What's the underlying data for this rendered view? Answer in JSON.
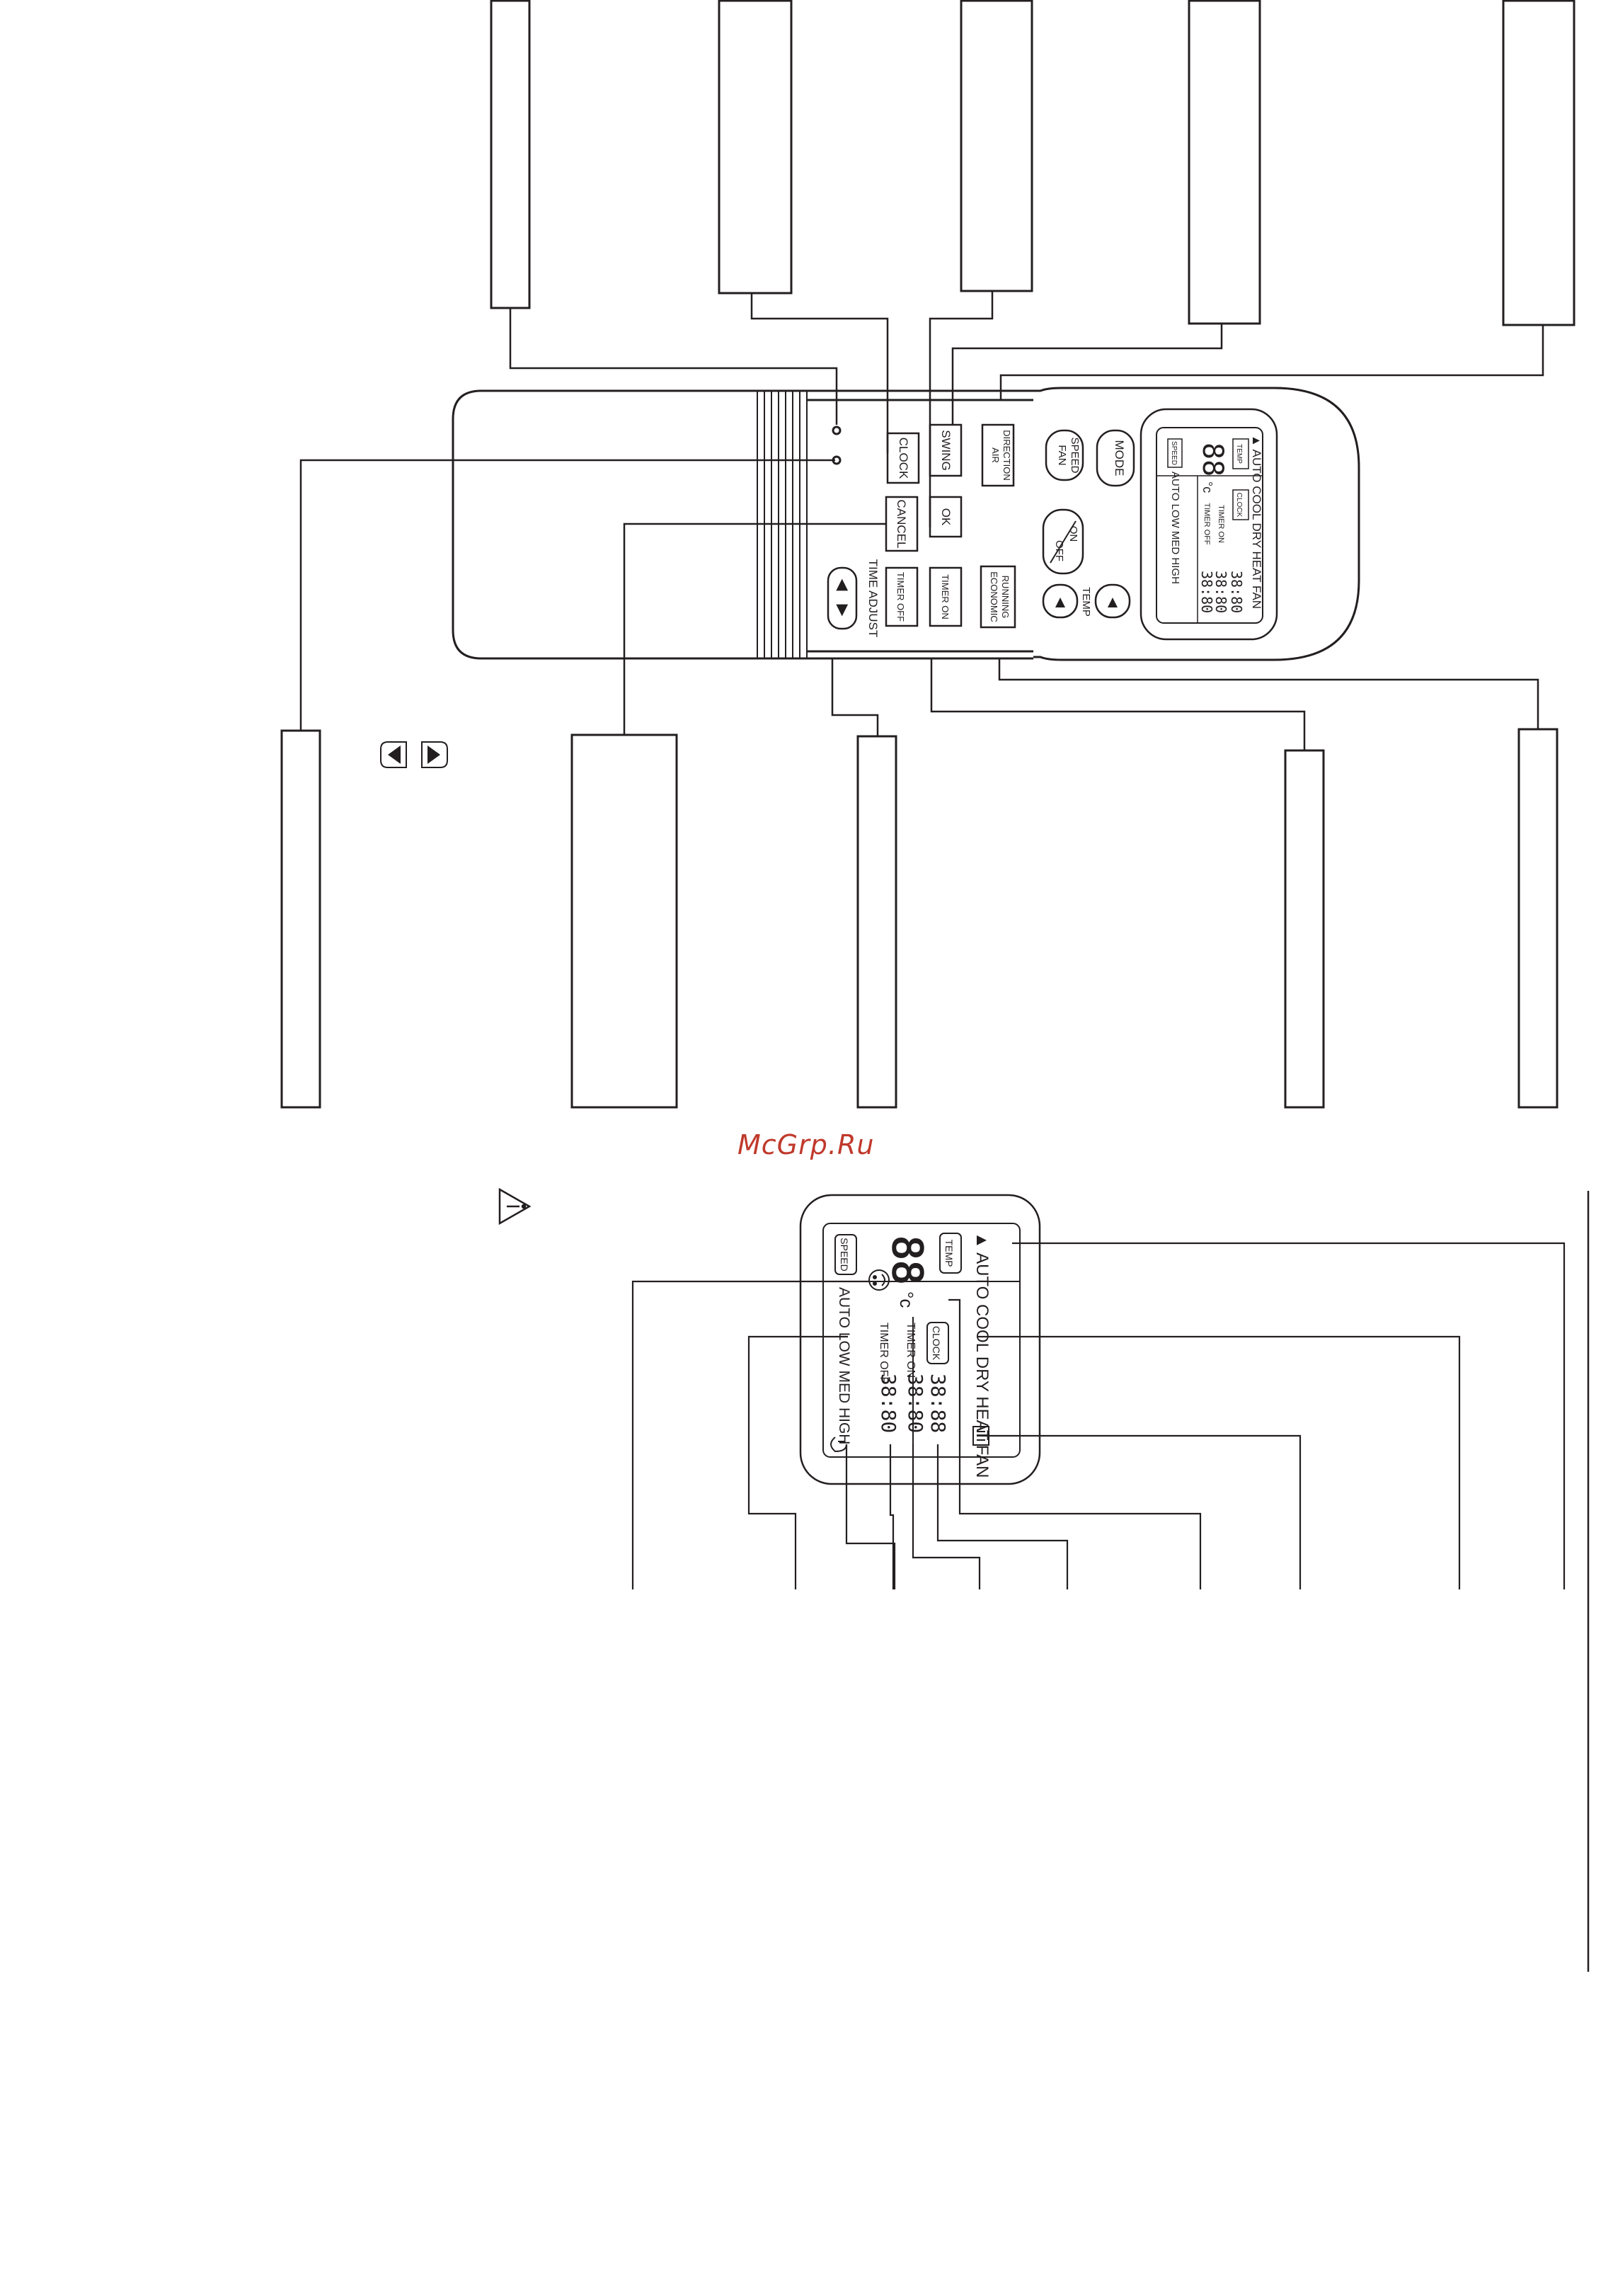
{
  "watermark": "McGrp.Ru",
  "remote": {
    "buttons": {
      "clock": "CLOCK",
      "swing": "SWING",
      "air_direction_1": "AIR",
      "air_direction_2": "DIRECTION",
      "cancel": "CANCEL",
      "ok": "OK",
      "timer_off": "TIMER OFF",
      "timer_on": "TIMER ON",
      "economic_1": "ECONOMIC",
      "economic_2": "RUNNING",
      "time_adjust": "TIME ADJUST",
      "fan_speed_1": "FAN",
      "fan_speed_2": "SPEED",
      "mode": "MODE",
      "on": "ON",
      "off": "OFF",
      "temp": "TEMP"
    },
    "lcd": {
      "modes": "▲ AUTO  COOL  DRY  HEAT  FAN",
      "temp_badge": "TEMP",
      "temp_value": "88",
      "unit": "°c",
      "clock_badge": "CLOCK",
      "clock_value": "38:80",
      "timer_on_label": "TIMER ON",
      "timer_on_value": "38:80",
      "timer_off_label": "TIMER OFF",
      "timer_off_value": "38:80",
      "speed_badge": "SPEED",
      "speed_values": "AUTO  LOW  MED HIGH"
    }
  },
  "display_detail": {
    "modes": "▲ AUTO  COOL  DRY  HEAT  FAN",
    "temp_badge": "TEMP",
    "temp_value": "88",
    "unit": "°c",
    "clock_badge": "CLOCK",
    "clock_value": "38:88",
    "timer_on_label": "TIMER ON",
    "timer_on_value": "38:80",
    "timer_off_label": "TIMER OFF",
    "timer_off_value": "38:80",
    "speed_badge": "SPEED",
    "speed_values": "AUTO  LOW  MED  HIGH"
  }
}
